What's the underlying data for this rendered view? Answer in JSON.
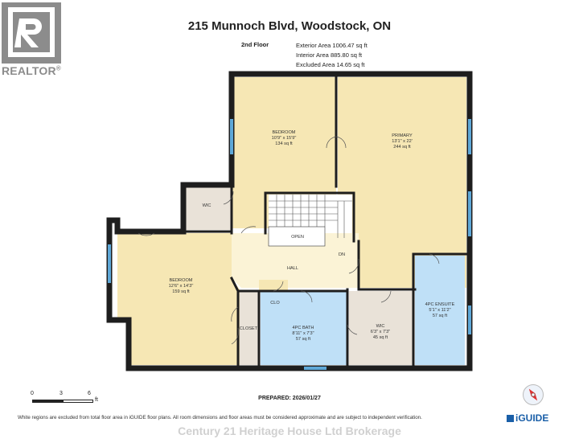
{
  "branding": {
    "realtor_logo": "REALTOR",
    "realtor_mark": "®",
    "iguide_logo": "iGUIDE"
  },
  "header": {
    "title": "215 Munnoch Blvd, Woodstock, ON",
    "floor": "2nd Floor",
    "exterior_area": "Exterior Area 1006.47 sq ft",
    "interior_area": "Interior Area 885.80 sq ft",
    "excluded_area": "Excluded Area 14.65 sq ft"
  },
  "rooms": [
    {
      "name": "Bedroom",
      "dims": "10'9\" x 15'9\"",
      "area": "134 sq ft"
    },
    {
      "name": "Primary",
      "dims": "13'1\" x 22'",
      "area": "244 sq ft"
    },
    {
      "name": "WIC",
      "dims": "",
      "area": ""
    },
    {
      "name": "Open",
      "dims": "",
      "area": ""
    },
    {
      "name": "DN",
      "dims": "",
      "area": ""
    },
    {
      "name": "Hall",
      "dims": "",
      "area": ""
    },
    {
      "name": "Bedroom",
      "dims": "12'6\" x 14'3\"",
      "area": "159 sq ft"
    },
    {
      "name": "CLO",
      "dims": "",
      "area": ""
    },
    {
      "name": "Closet",
      "dims": "",
      "area": ""
    },
    {
      "name": "4pc Bath",
      "dims": "8'11\" x 7'3\"",
      "area": "57 sq ft"
    },
    {
      "name": "WIC",
      "dims": "6'3\" x 7'3\"",
      "area": "45 sq ft"
    },
    {
      "name": "4pc Ensuite",
      "dims": "5'1\" x 11'2\"",
      "area": "57 sq ft"
    }
  ],
  "scale": {
    "ticks": [
      "0",
      "3",
      "6"
    ],
    "unit": "ft"
  },
  "footer": {
    "prepared": "PREPARED: 2026/01/27",
    "disclaimer": "White regions are excluded from total floor area in iGUIDE floor plans. All room dimensions and floor areas must be considered approximate and are subject to independent verification.",
    "brokerage_watermark": "Century 21 Heritage House Ltd Brokerage"
  },
  "colors": {
    "wall": "#1e1e1e",
    "bedroom_fill": "#f6e7b4",
    "bath_fill": "#bfe0f7",
    "wic_fill": "#e9e2d8",
    "hall_fill": "#fbf3d6",
    "window": "#5ea8d8"
  }
}
